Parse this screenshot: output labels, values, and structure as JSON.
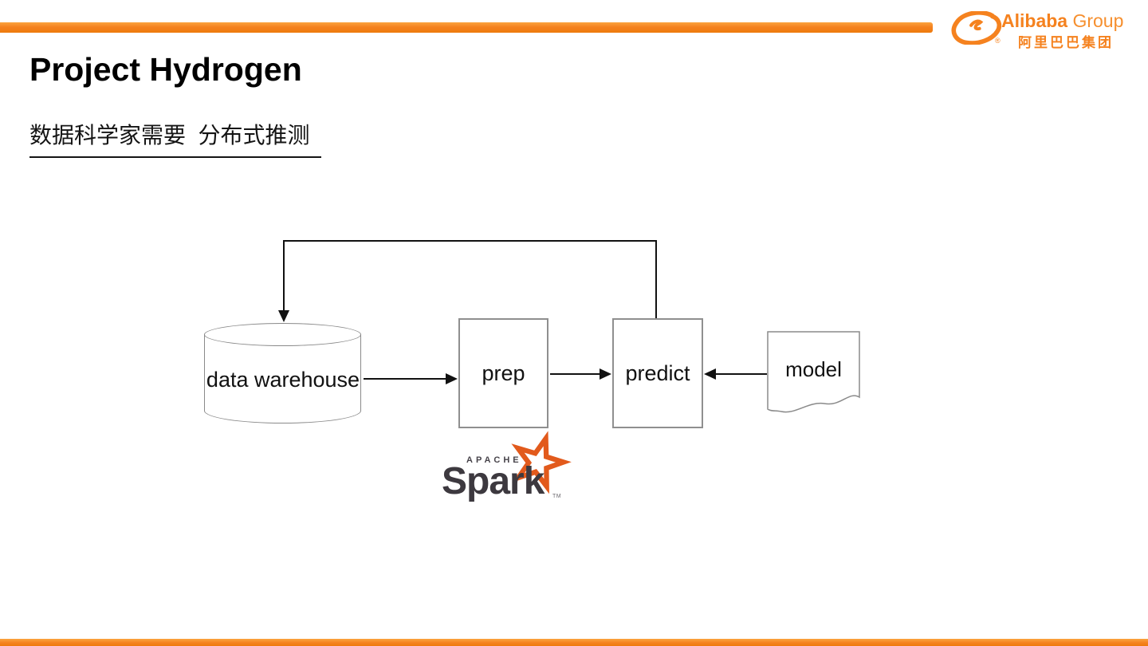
{
  "brand": {
    "name": "Alibaba",
    "suffix": "Group",
    "chinese": "阿里巴巴集团",
    "registered": "®",
    "orange": "#F5821F"
  },
  "slide": {
    "title": "Project Hydrogen",
    "subtitle": "数据科学家需要  分布式推测"
  },
  "diagram": {
    "nodes": {
      "warehouse": {
        "label": "data warehouse",
        "shape": "cylinder"
      },
      "prep": {
        "label": "prep",
        "shape": "rectangle"
      },
      "predict": {
        "label": "predict",
        "shape": "rectangle"
      },
      "model": {
        "label": "model",
        "shape": "document"
      }
    },
    "edges": [
      {
        "from": "data warehouse",
        "to": "prep",
        "style": "arrow-right"
      },
      {
        "from": "prep",
        "to": "predict",
        "style": "arrow-right"
      },
      {
        "from": "model",
        "to": "predict",
        "style": "arrow-left"
      },
      {
        "from": "predict",
        "to": "data warehouse",
        "style": "feedback-loop-arrow"
      }
    ]
  },
  "spark": {
    "apache": "APACHE",
    "name": "Spark",
    "tm": "TM",
    "star_color": "#E25A1C",
    "text_color": "#3D393F"
  },
  "colors": {
    "accent": "#F5821F",
    "line": "#111111",
    "box_border": "#8F8F8F",
    "background": "#FFFFFF"
  }
}
